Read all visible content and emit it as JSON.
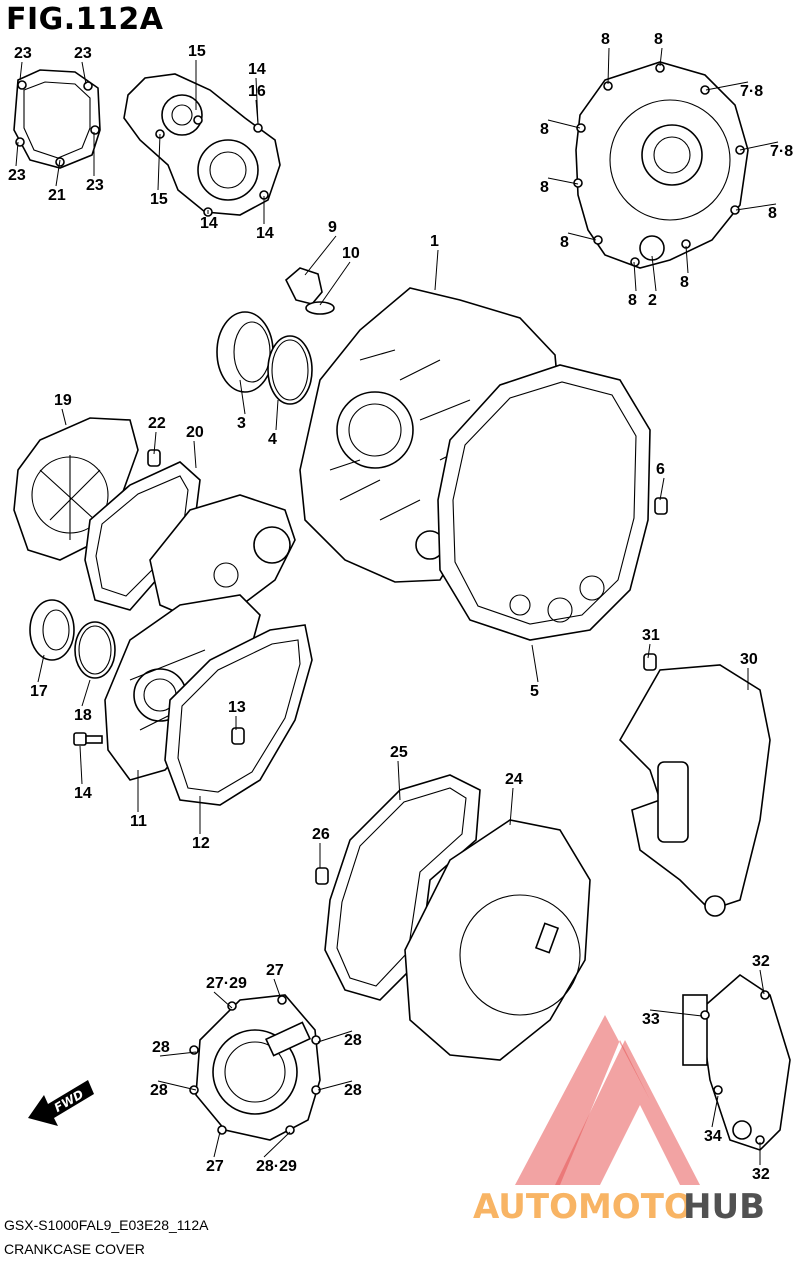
{
  "title": "FIG.112A",
  "footer": {
    "code": "GSX-S1000FAL9_E03E28_112A",
    "name": "CRANKCASE COVER"
  },
  "fwd_label": "FWD",
  "watermark": {
    "part1": "AUTOMOTO",
    "part2": "HUB",
    "color_red": "#e23a3a",
    "color_orange": "#f7a74a",
    "color_dark": "#333333"
  },
  "callouts": [
    {
      "label": "23"
    },
    {
      "label": "23"
    },
    {
      "label": "23"
    },
    {
      "label": "21"
    },
    {
      "label": "23"
    },
    {
      "label": "15"
    },
    {
      "label": "14"
    },
    {
      "label": "16"
    },
    {
      "label": "15"
    },
    {
      "label": "14"
    },
    {
      "label": "14"
    },
    {
      "label": "8"
    },
    {
      "label": "8"
    },
    {
      "label": "7·8"
    },
    {
      "label": "8"
    },
    {
      "label": "7·8"
    },
    {
      "label": "8"
    },
    {
      "label": "8"
    },
    {
      "label": "8"
    },
    {
      "label": "8"
    },
    {
      "label": "8"
    },
    {
      "label": "2"
    },
    {
      "label": "9"
    },
    {
      "label": "10"
    },
    {
      "label": "1"
    },
    {
      "label": "3"
    },
    {
      "label": "4"
    },
    {
      "label": "19"
    },
    {
      "label": "22"
    },
    {
      "label": "20"
    },
    {
      "label": "6"
    },
    {
      "label": "17"
    },
    {
      "label": "18"
    },
    {
      "label": "13"
    },
    {
      "label": "14"
    },
    {
      "label": "11"
    },
    {
      "label": "12"
    },
    {
      "label": "5"
    },
    {
      "label": "31"
    },
    {
      "label": "30"
    },
    {
      "label": "25"
    },
    {
      "label": "24"
    },
    {
      "label": "26"
    },
    {
      "label": "27·29"
    },
    {
      "label": "27"
    },
    {
      "label": "28"
    },
    {
      "label": "28"
    },
    {
      "label": "28"
    },
    {
      "label": "28"
    },
    {
      "label": "27"
    },
    {
      "label": "28·29"
    },
    {
      "label": "32"
    },
    {
      "label": "33"
    },
    {
      "label": "34"
    },
    {
      "label": "32"
    }
  ]
}
